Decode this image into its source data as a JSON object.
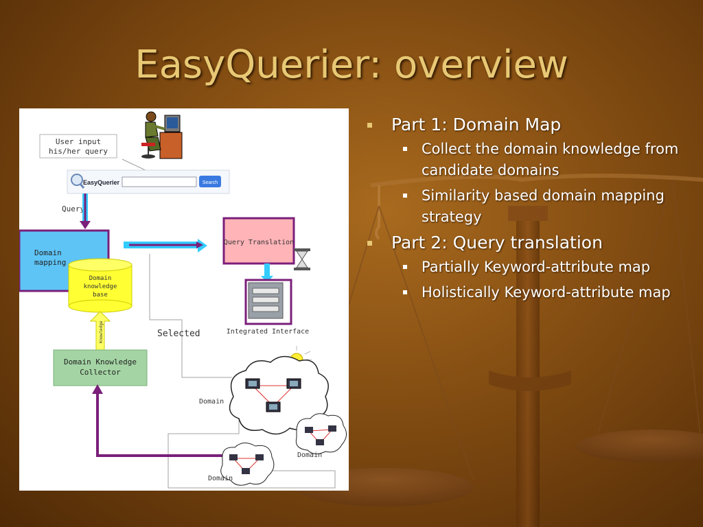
{
  "slide": {
    "title": "EasyQuerier: overview"
  },
  "diagram": {
    "user_input": "User input\nhis/her query",
    "search_bar": {
      "brand": "EasyQuerier",
      "button": "Search"
    },
    "query": "Query",
    "domain_mapping": "Domain\nmapping",
    "domain_knowledge_base": "Domain\nknowledge\nbase",
    "knowledge": "Knowledge",
    "domain_knowledge_collector": "Domain Knowledge\nCollector",
    "query_translation": "Query Translation",
    "integrated_interface": "Integrated Interface",
    "selected": "Selected",
    "domain_labels": [
      "Domain",
      "Domain",
      "Domain"
    ]
  },
  "bullets": [
    {
      "text": "Part 1: Domain Map",
      "children": [
        "Collect the domain knowledge from candidate domains",
        "Similarity based domain mapping strategy"
      ]
    },
    {
      "text": "Part 2: Query translation",
      "children": [
        "Partially Keyword-attribute map",
        "Holistically Keyword-attribute map"
      ]
    }
  ],
  "colors": {
    "title": "#e8c874",
    "bullet_marker": "#e8c874",
    "arrow_purple": "#7a1f7a",
    "arrow_cyan": "#33ccff"
  }
}
